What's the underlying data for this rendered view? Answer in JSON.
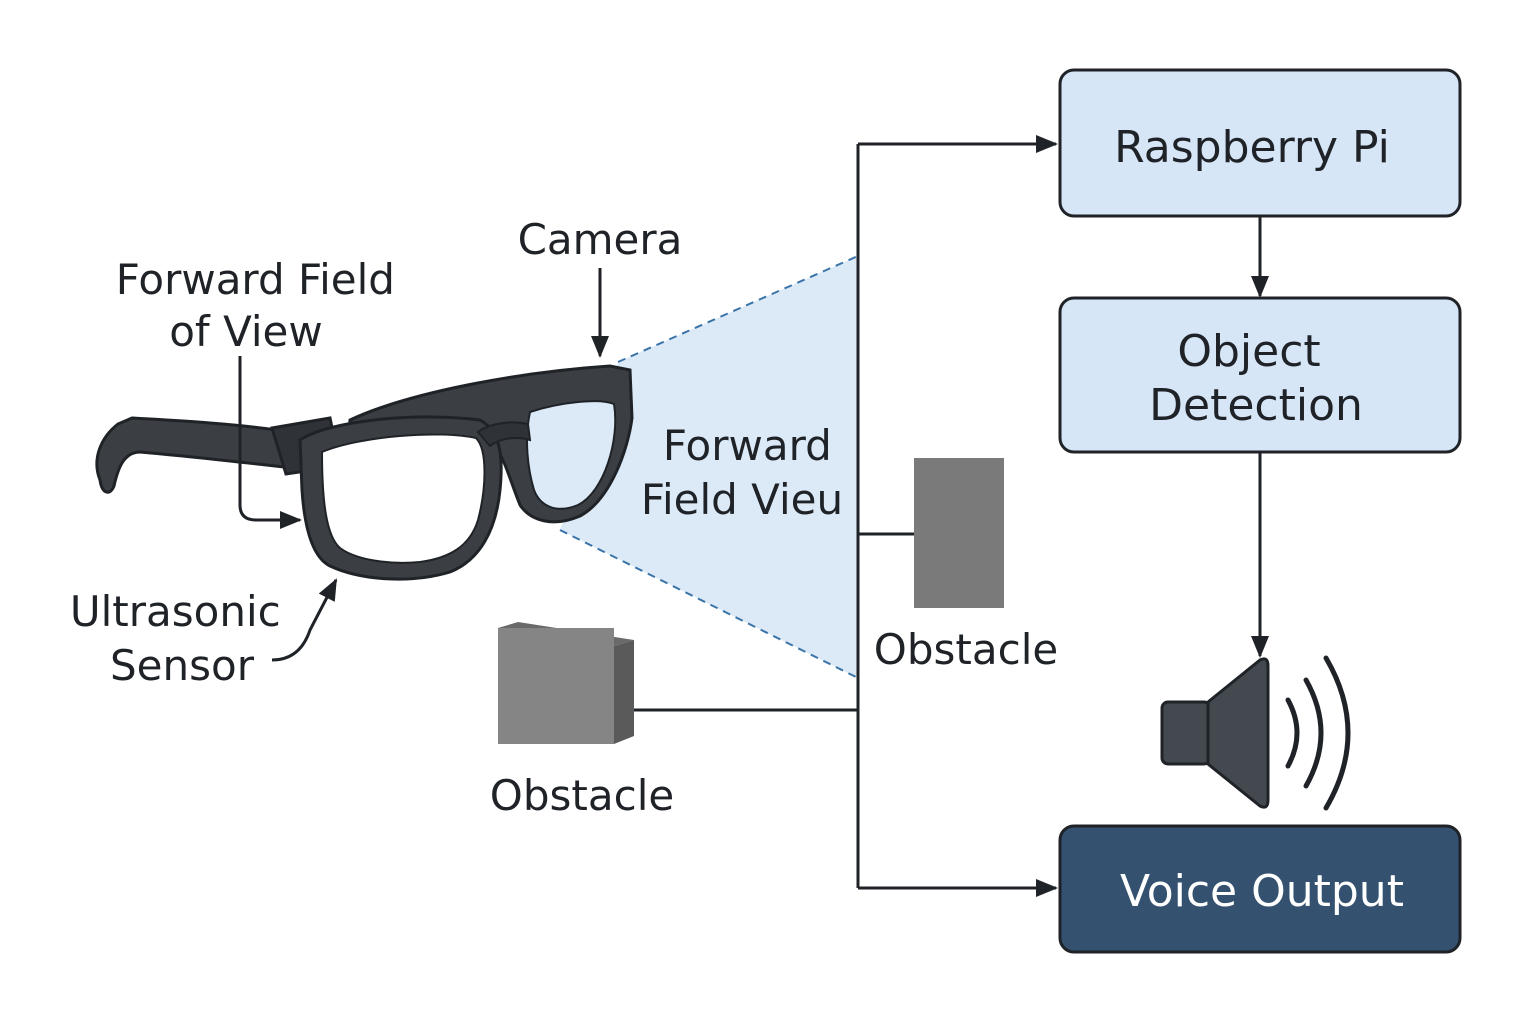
{
  "labels": {
    "camera": "Camera",
    "forward_field_of_view": [
      "Forward Field",
      "of View"
    ],
    "forward_field_vieu": [
      "Forward",
      "Field Vieu"
    ],
    "ultrasonic_sensor": [
      "Ultrasonic",
      "Sensor"
    ],
    "obstacle_right": "Obstacle",
    "obstacle_left": "Obstacle"
  },
  "blocks": {
    "raspberry_pi": "Raspberry Pi",
    "object_detection": [
      "Object",
      "Detection"
    ],
    "voice_output": "Voice Output"
  },
  "colors": {
    "block_fill": "#d6e6f7",
    "block_stroke": "#1f2328",
    "voice_fill": "#34526f",
    "fov_fill": "#dceaf8",
    "fov_dash": "#3b74a8",
    "obstacle_fill": "#7a7a7a",
    "frame": "#33373c",
    "line": "#1f2328"
  },
  "icons": {
    "speaker": "speaker-icon",
    "glasses": "smart-glasses-icon"
  }
}
